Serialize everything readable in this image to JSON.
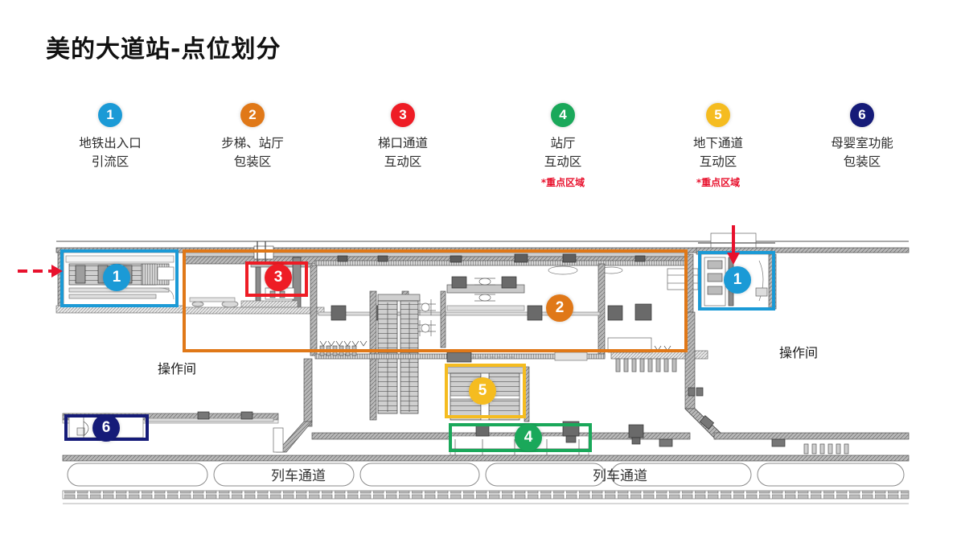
{
  "slide": {
    "title": "美的大道站-点位划分",
    "background": "#ffffff"
  },
  "legend": {
    "items": [
      {
        "num": "1",
        "color": "#1b9ad6",
        "label": "地铁出入口\n引流区",
        "note": ""
      },
      {
        "num": "2",
        "color": "#e07818",
        "label": "步梯、站厅\n包装区",
        "note": ""
      },
      {
        "num": "3",
        "color": "#ee1c25",
        "label": "梯口通道\n互动区",
        "note": ""
      },
      {
        "num": "4",
        "color": "#1aa85a",
        "label": "站厅\n互动区",
        "note": "*重点区域"
      },
      {
        "num": "5",
        "color": "#f5bc20",
        "label": "地下通道\n互动区",
        "note": "*重点区域"
      },
      {
        "num": "6",
        "color": "#151b78",
        "label": "母婴室功能\n包装区",
        "note": ""
      }
    ]
  },
  "plan": {
    "regions": [
      {
        "name": "entrance-left",
        "num": "1",
        "color": "#1b9ad6"
      },
      {
        "name": "stair-concourse",
        "num": "2",
        "color": "#e07818"
      },
      {
        "name": "stair-passage",
        "num": "3",
        "color": "#ee1c25"
      },
      {
        "name": "concourse",
        "num": "4",
        "color": "#1aa85a"
      },
      {
        "name": "underpass",
        "num": "5",
        "color": "#f5bc20"
      },
      {
        "name": "nursery-room",
        "num": "6",
        "color": "#151b78"
      },
      {
        "name": "entrance-right",
        "num": "1",
        "color": "#1b9ad6"
      }
    ],
    "labels": {
      "operation_room_left": "操作间",
      "operation_room_right": "操作间",
      "train_corridor_left": "列车通道",
      "train_corridor_right": "列车通道"
    },
    "arrows": {
      "entry_left": "red-dashed-arrow-right",
      "entry_right": "red-arrow-down"
    }
  }
}
